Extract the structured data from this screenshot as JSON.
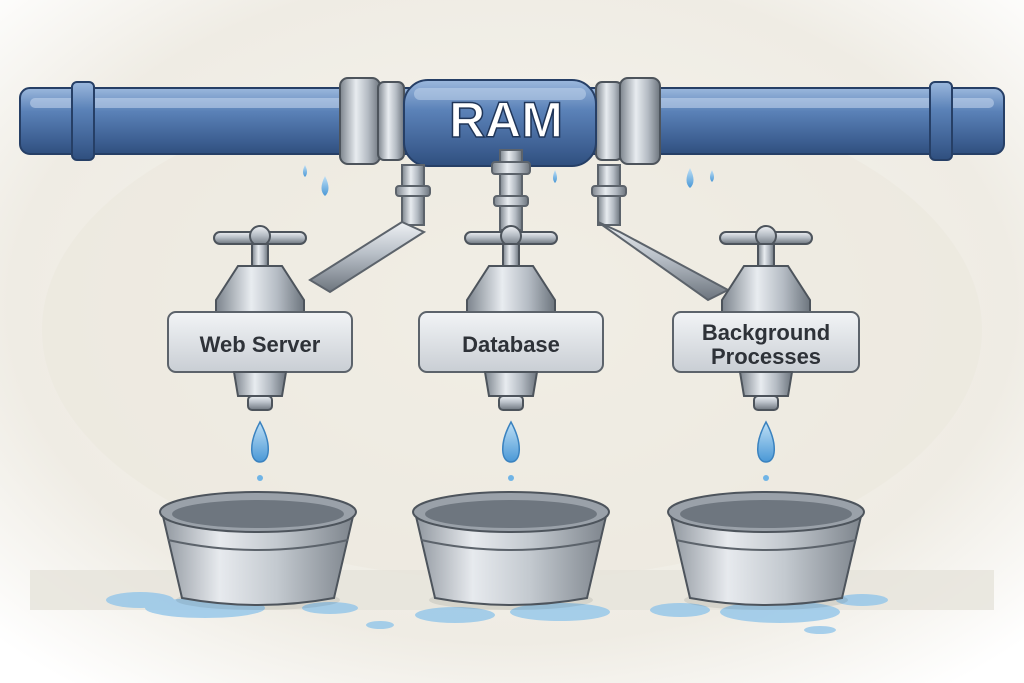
{
  "title": "RAM",
  "faucets": [
    {
      "label_lines": [
        "Web Server"
      ]
    },
    {
      "label_lines": [
        "Database"
      ]
    },
    {
      "label_lines": [
        "Background",
        "Processes"
      ]
    }
  ],
  "colors": {
    "pipe": "#5b82b8",
    "pipe_dark": "#2f4f7e",
    "metal": "#b9c0c8",
    "metal_dark": "#6d757e",
    "water": "#6fb4e6",
    "wall": "#f1eee6",
    "label_bg": "#e3e6ea",
    "label_text": "#2e3238"
  }
}
